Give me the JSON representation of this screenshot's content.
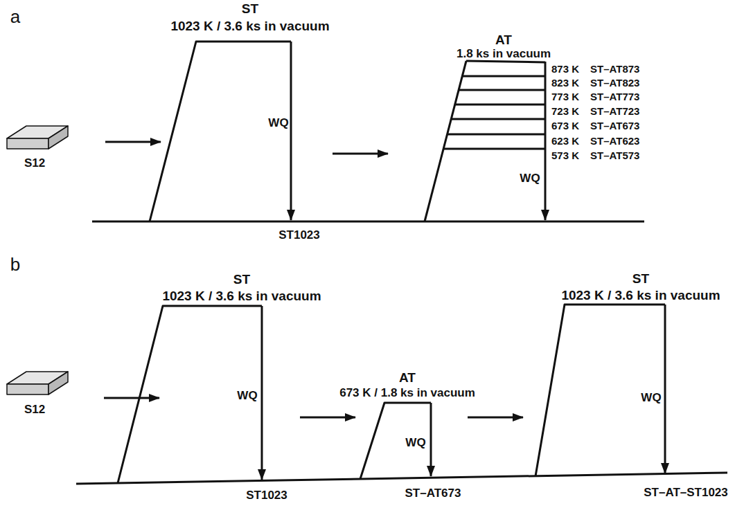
{
  "diagram": {
    "labels": [
      "a",
      "ST",
      "1023 K / 3.6 ks in vacuum",
      "WQ",
      "S12",
      "ST1023",
      "AT",
      "1.8 ks in vacuum",
      "873 K",
      "ST–AT873",
      "823 K",
      "ST–AT823",
      "773 K",
      "ST–AT773",
      "723 K",
      "ST–AT723",
      "673 K",
      "ST–AT673",
      "623 K",
      "ST–AT623",
      "573 K",
      "ST–AT573",
      "WQ",
      "b",
      "ST",
      "1023 K / 3.6 ks in vacuum",
      "WQ",
      "S12",
      "ST1023",
      "AT",
      "673 K / 1.8 ks in vacuum",
      "WQ",
      "ST–AT673",
      "ST",
      "1023 K / 3.6 ks in vacuum",
      "WQ",
      "ST–AT–ST1023"
    ]
  }
}
